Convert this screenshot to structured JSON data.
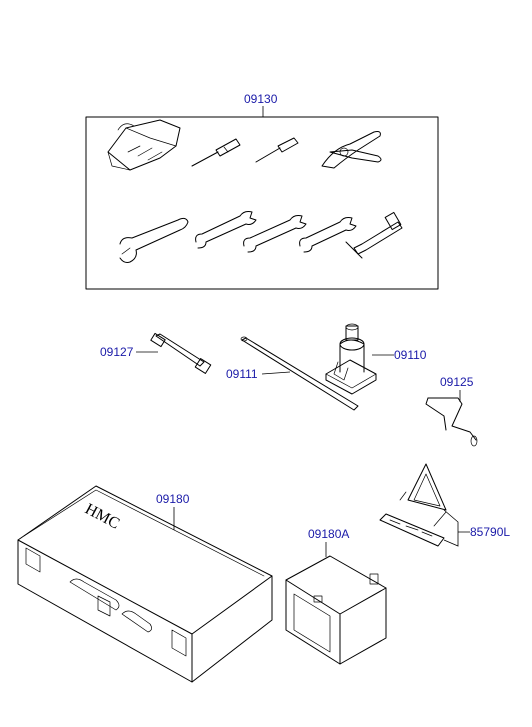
{
  "labels": {
    "tool_set": "09130",
    "extension_bar": "09127",
    "jack_handle": "09111",
    "jack": "09110",
    "wrench_handle": "09125",
    "tool_case": "09180",
    "tool_case_small": "09180A",
    "warning_triangle": "85790L"
  },
  "case_logo_text": "HMC",
  "colors": {
    "label": "#1a1aa8",
    "line": "#000000",
    "background": "#ffffff"
  }
}
